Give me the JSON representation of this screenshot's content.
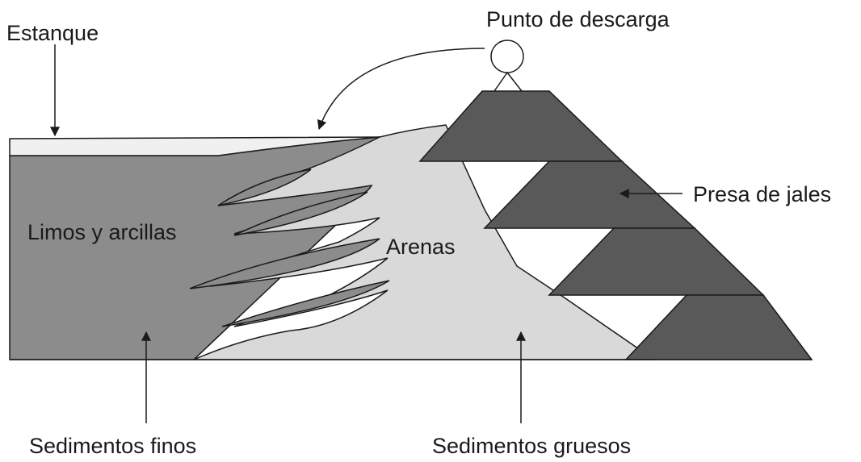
{
  "labels": {
    "estanque": "Estanque",
    "punto_descarga": "Punto de descarga",
    "presa_jales": "Presa de jales",
    "limos_arcillas": "Limos y arcillas",
    "arenas": "Arenas",
    "sedimentos_finos": "Sedimentos finos",
    "sedimentos_gruesos": "Sedimentos gruesos"
  },
  "colors": {
    "fine_sediment": "#8c8c8c",
    "coarse_sediment": "#d9d9d9",
    "dam": "#595959",
    "pond_water": "#f0f0f0",
    "outline": "#1a1a1a"
  }
}
